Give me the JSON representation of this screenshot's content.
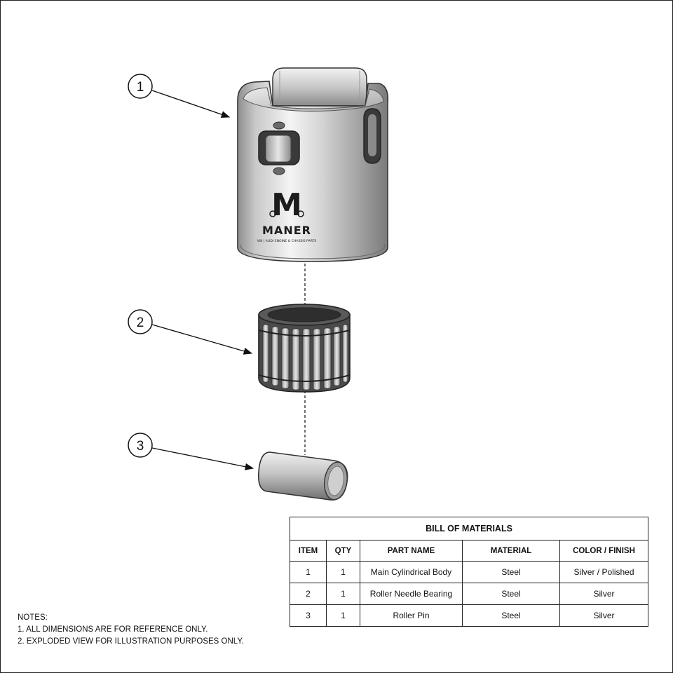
{
  "callouts": [
    "1",
    "2",
    "3"
  ],
  "logo": {
    "mark": "M",
    "brand": "MANER",
    "tagline": "VW | AUDI ENGINE & CHASSIS PARTS"
  },
  "bom": {
    "title": "BILL OF MATERIALS",
    "headers": [
      "ITEM",
      "QTY",
      "PART NAME",
      "MATERIAL",
      "COLOR / FINISH"
    ],
    "rows": [
      [
        "1",
        "1",
        "Main Cylindrical Body",
        "Steel",
        "Silver / Polished"
      ],
      [
        "2",
        "1",
        "Roller Needle Bearing",
        "Steel",
        "Silver"
      ],
      [
        "3",
        "1",
        "Roller Pin",
        "Steel",
        "Silver"
      ]
    ]
  },
  "notes": {
    "title": "NOTES:",
    "items": [
      "1. ALL DIMENSIONS ARE FOR REFERENCE ONLY.",
      "2. EXPLODED VIEW FOR ILLUSTRATION PURPOSES ONLY."
    ]
  },
  "colors": {
    "line": "#222222",
    "steel_light": "#e8e8e8",
    "steel_dark": "#7a7a7a",
    "bearing_dark": "#3c3c3c"
  }
}
